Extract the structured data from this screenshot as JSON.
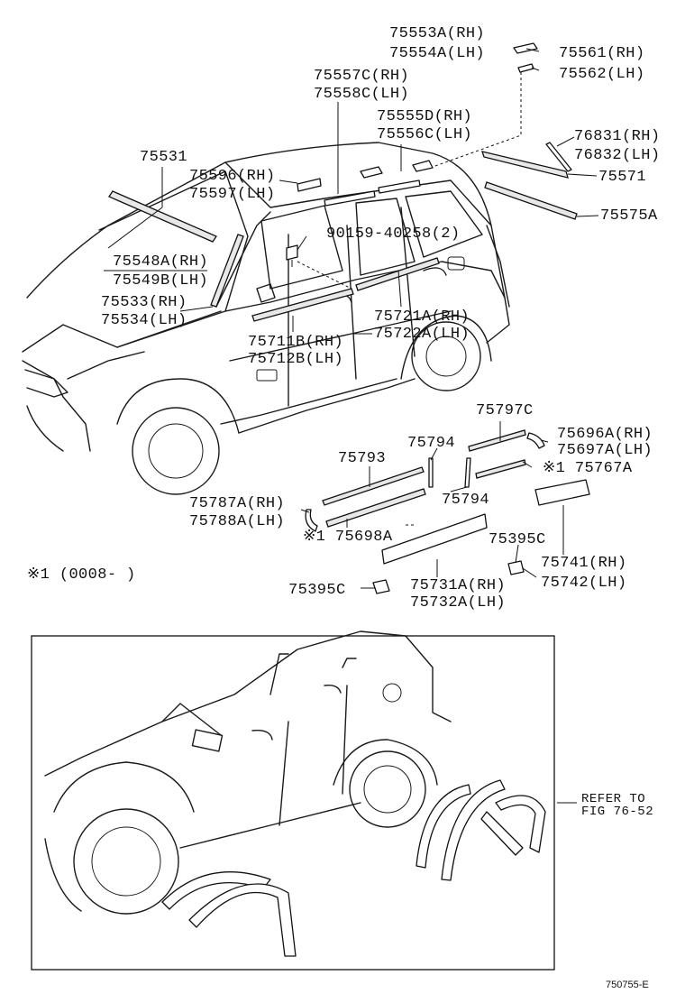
{
  "diagram": {
    "figure_code": "750755-E",
    "note": "※1 (0008-      )",
    "refer": [
      "REFER TO",
      "FIG 76-52"
    ],
    "labels": [
      {
        "id": "l01",
        "text": "75553A(RH)"
      },
      {
        "id": "l02",
        "text": "75554A(LH)"
      },
      {
        "id": "l03",
        "text": "75561(RH)"
      },
      {
        "id": "l04",
        "text": "75562(LH)"
      },
      {
        "id": "l05",
        "text": "75557C(RH)"
      },
      {
        "id": "l06",
        "text": "75558C(LH)"
      },
      {
        "id": "l07",
        "text": "75555D(RH)"
      },
      {
        "id": "l08",
        "text": "75556C(LH)"
      },
      {
        "id": "l09",
        "text": "76831(RH)"
      },
      {
        "id": "l10",
        "text": "76832(LH)"
      },
      {
        "id": "l11",
        "text": "75531"
      },
      {
        "id": "l12",
        "text": "75596(RH)"
      },
      {
        "id": "l13",
        "text": "75597(LH)"
      },
      {
        "id": "l14",
        "text": "75571"
      },
      {
        "id": "l15",
        "text": "75575A"
      },
      {
        "id": "l16",
        "text": "90159-40258(2)"
      },
      {
        "id": "l17",
        "text": "75548A(RH)"
      },
      {
        "id": "l18",
        "text": "75549B(LH)"
      },
      {
        "id": "l19",
        "text": "75533(RH)"
      },
      {
        "id": "l20",
        "text": "75534(LH)"
      },
      {
        "id": "l21",
        "text": "75721A(RH)"
      },
      {
        "id": "l22",
        "text": "75722A(LH)"
      },
      {
        "id": "l23",
        "text": "75711B(RH)"
      },
      {
        "id": "l24",
        "text": "75712B(LH)"
      },
      {
        "id": "l25",
        "text": "75797C"
      },
      {
        "id": "l26",
        "text": "75696A(RH)"
      },
      {
        "id": "l27",
        "text": "75697A(LH)"
      },
      {
        "id": "l28",
        "text": "75794"
      },
      {
        "id": "l29",
        "text": "75793"
      },
      {
        "id": "l30",
        "text": "※1 75767A"
      },
      {
        "id": "l31",
        "text": "75787A(RH)"
      },
      {
        "id": "l32",
        "text": "75788A(LH)"
      },
      {
        "id": "l33",
        "text": "75794"
      },
      {
        "id": "l34",
        "text": "※1 75698A"
      },
      {
        "id": "l35",
        "text": "75395C"
      },
      {
        "id": "l36",
        "text": "75741(RH)"
      },
      {
        "id": "l37",
        "text": "75742(LH)"
      },
      {
        "id": "l38",
        "text": "75395C"
      },
      {
        "id": "l39",
        "text": "75731A(RH)"
      },
      {
        "id": "l40",
        "text": "75732A(LH)"
      }
    ]
  }
}
